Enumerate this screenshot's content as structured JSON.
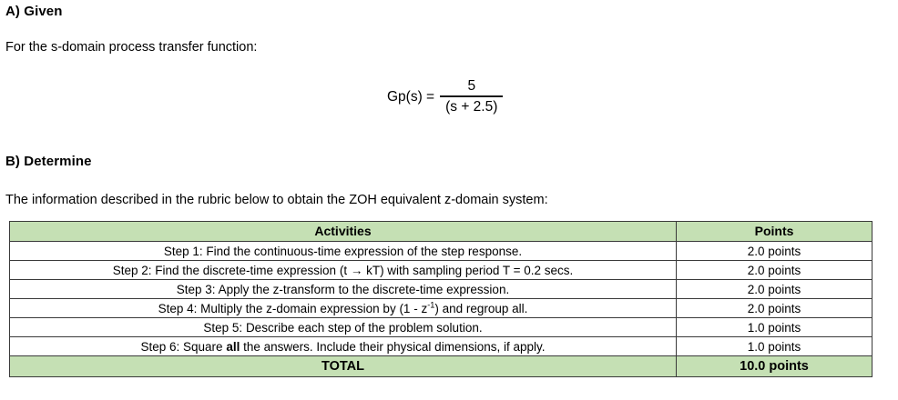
{
  "sections": {
    "given": {
      "heading": "A) Given",
      "intro": "For the s-domain process transfer function:",
      "formula": {
        "lhs": "Gp(s) =",
        "numerator": "5",
        "denominator": "(s + 2.5)"
      }
    },
    "determine": {
      "heading": "B) Determine",
      "intro": "The information described in the rubric below to obtain the ZOH equivalent z-domain system:"
    }
  },
  "rubric": {
    "columns": [
      "Activities",
      "Points"
    ],
    "rows": [
      {
        "activity_prefix": "Step 1: Find the continuous-time expression of the step response.",
        "activity_suffix": "",
        "points": "2.0 points"
      },
      {
        "activity_prefix": "Step 2: Find the discrete-time expression (t → kT) with sampling period T = 0.2 secs.",
        "activity_suffix": "",
        "points": "2.0 points"
      },
      {
        "activity_prefix": "Step 3: Apply the z-transform to the discrete-time expression.",
        "activity_suffix": "",
        "points": "2.0 points"
      },
      {
        "activity_prefix": "Step 4: Multiply the z-domain expression by (1 - z",
        "activity_sup": "-1",
        "activity_suffix": ") and regroup all.",
        "points": "2.0 points"
      },
      {
        "activity_prefix": "Step 5: Describe each step of the problem solution.",
        "activity_suffix": "",
        "points": "1.0 points"
      },
      {
        "activity_prefix": "Step 6: Square ",
        "activity_strong": "all",
        "activity_suffix": " the answers. Include their physical dimensions, if apply.",
        "points": "1.0 points"
      }
    ],
    "total": {
      "label": "TOTAL",
      "points": "10.0 points"
    }
  },
  "colors": {
    "header_green": "#C5E0B4",
    "border": "#3A3A3A",
    "text": "#000000",
    "page_background": "#FFFFFF"
  }
}
